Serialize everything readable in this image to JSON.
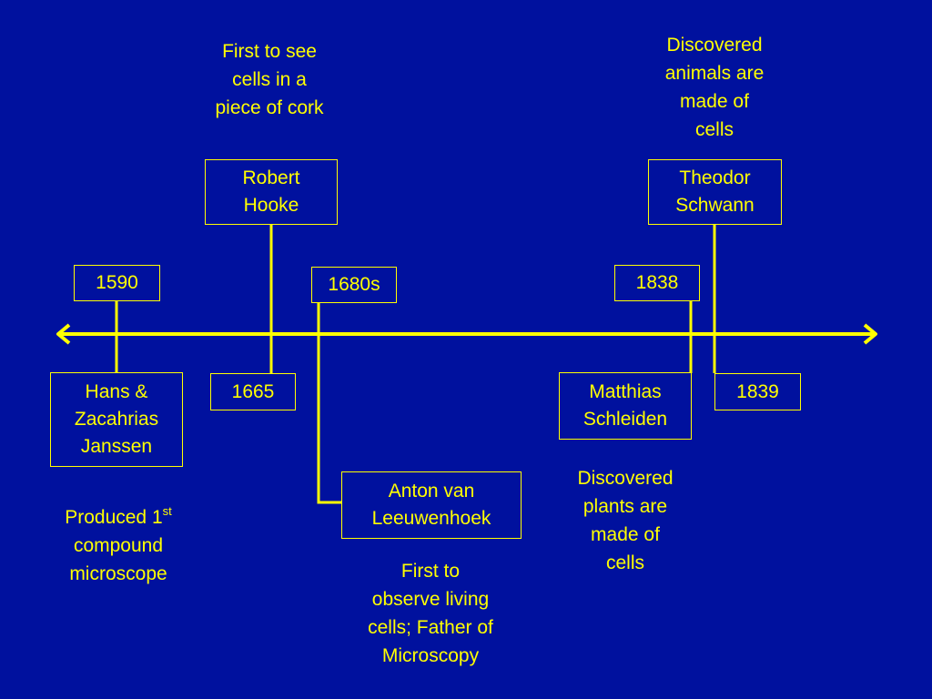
{
  "colors": {
    "background": "#00119e",
    "foreground": "#ffff00"
  },
  "years": {
    "y1590": "1590",
    "y1665": "1665",
    "y1680s": "1680s",
    "y1838": "1838",
    "y1839": "1839"
  },
  "people": {
    "janssen": "Hans &\nZacahrias\nJanssen",
    "hooke": "Robert\nHooke",
    "leeuwenhoek": "Anton van\nLeeuwenhoek",
    "schleiden": "Matthias\nSchleiden",
    "schwann": "Theodor\nSchwann"
  },
  "notes": {
    "janssen_prefix": "Produced 1",
    "janssen_sup": "st",
    "janssen_rest": "\ncompound\nmicroscope",
    "hooke": "First to see\ncells in a\npiece of cork",
    "leeuwenhoek": "First to\nobserve living\ncells; Father of\nMicroscopy",
    "schleiden": "Discovered\nplants are\nmade of\ncells",
    "schwann": "Discovered\nanimals are\nmade of\ncells"
  }
}
